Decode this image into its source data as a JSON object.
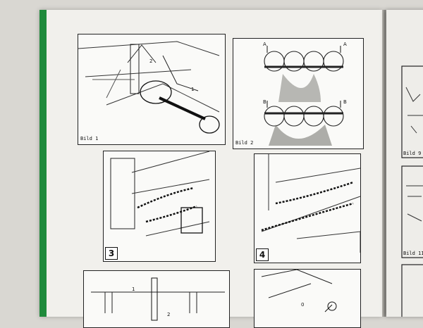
{
  "figures": {
    "bild1": {
      "label": "Bild 1",
      "callouts": [
        "2",
        "1"
      ]
    },
    "bild2": {
      "label": "Bild 2",
      "markers": [
        "A",
        "A",
        "B",
        "B"
      ]
    },
    "fig3": {
      "number": "3"
    },
    "fig4": {
      "number": "4"
    },
    "fig5": {
      "callouts": [
        "1",
        "2"
      ]
    },
    "fig6": {
      "callouts": [
        "0"
      ]
    },
    "right_page": {
      "labels": [
        "Bild 9",
        "Bild 11"
      ]
    }
  },
  "colors": {
    "paper": "#f1f0ec",
    "ink": "#222222",
    "spine_green": "#1f8a3b"
  }
}
